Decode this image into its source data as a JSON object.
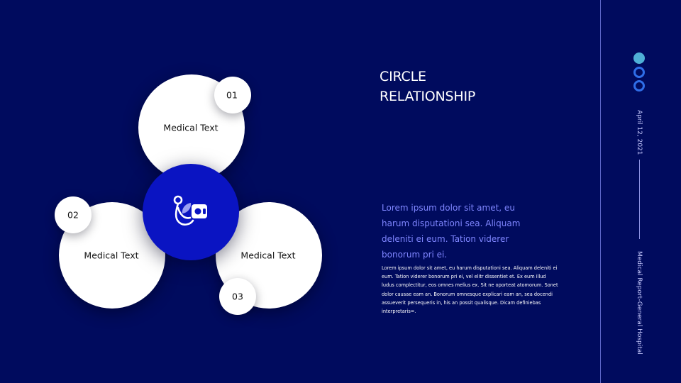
{
  "slide": {
    "title_line1": "CIRCLE",
    "title_line2": "RELATIONSHIP",
    "lead_text": "Lorem ipsum dolor sit amet, eu harum disputationi sea. Aliquam deleniti ei eum. Tation viderer bonorum pri ei.",
    "body_text": "Lorem ipsum dolor sit amet, eu harum disputationi sea. Aliquam deleniti ei eum. Tation viderer bonorum pri ei, vel elitr dissentiet et. Ex eum illud ludus complectitur, eos omnes melius ex. Sit ne oporteat atomorum. Sonet dolor causae eam an. Bonorum omnesque explicari eam an, sea docendi assueverit persequeris in, his an possit qualisque. Dicam definiebas interpretaris=."
  },
  "diagram": {
    "center_icon": "stethoscope-blood-pressure-icon",
    "items": [
      {
        "number": "01",
        "label": "Medical Text"
      },
      {
        "number": "02",
        "label": "Medical Text"
      },
      {
        "number": "03",
        "label": "Medical Text"
      }
    ]
  },
  "sidebar": {
    "date": "April 12, 2021",
    "report_name": "Medical Report-General Hospital",
    "dot_colors": [
      "#4fb0d6",
      "#2f6ee8",
      "#2f6ee8"
    ]
  },
  "colors": {
    "background": "#000b5e",
    "center_circle": "#0a14c2",
    "lead_text": "#7f86ff"
  }
}
